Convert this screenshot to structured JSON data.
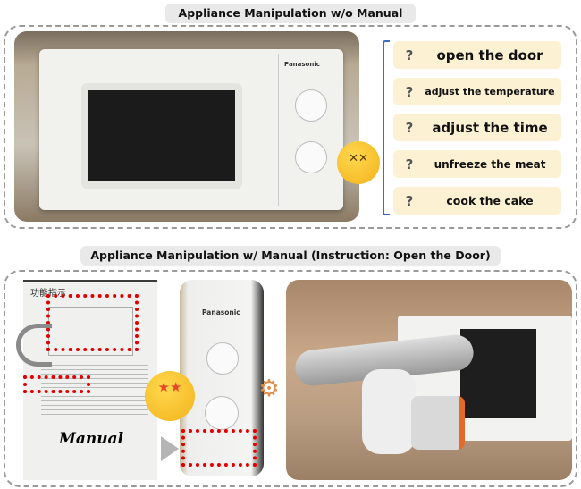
{
  "top": {
    "title": "Appliance Manipulation w/o Manual",
    "brand": "Panasonic",
    "emoji": "dizzy-face-icon",
    "instructions": [
      {
        "label": "open the door",
        "icon": "question-bulb-icon"
      },
      {
        "label": "adjust the temperature",
        "icon": "question-bulb-icon"
      },
      {
        "label": "adjust the time",
        "icon": "question-bulb-icon"
      },
      {
        "label": "unfreeze the meat",
        "icon": "question-bulb-icon"
      },
      {
        "label": "cook the cake",
        "icon": "question-bulb-icon"
      }
    ]
  },
  "bottom": {
    "title": "Appliance Manipulation w/ Manual (Instruction: Open the Door)",
    "manual_heading": "功能指示",
    "manual_label": "Manual",
    "brand": "Panasonic",
    "emoji": "star-struck-icon",
    "robot": "robot-arm-icon"
  },
  "colors": {
    "highlight": "#e00000",
    "item_bg": "#fdf1d3",
    "bracket": "#3a6fc4"
  }
}
